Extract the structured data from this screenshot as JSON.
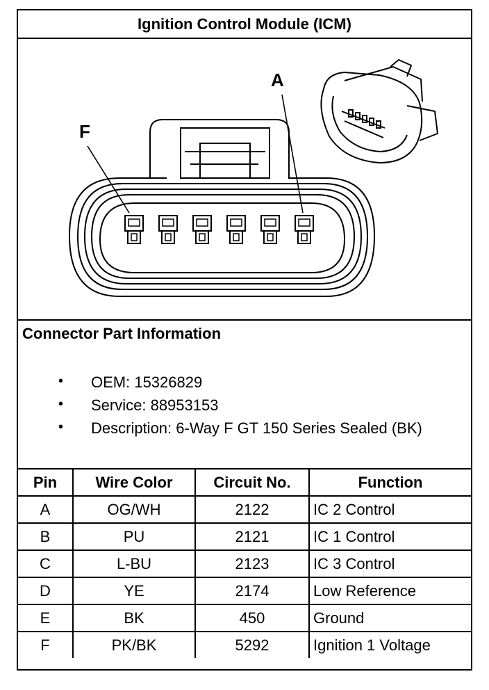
{
  "title": "Ignition Control Module (ICM)",
  "diagram": {
    "pin_labels": {
      "left": "F",
      "right": "A"
    },
    "terminal_count": 6
  },
  "connector_info": {
    "heading": "Connector Part Information",
    "items": [
      {
        "bullet": "•",
        "text": "OEM: 15326829"
      },
      {
        "bullet": "•",
        "text": "Service: 88953153"
      },
      {
        "bullet": "•",
        "text": "Description: 6-Way F GT 150 Series Sealed (BK)"
      }
    ]
  },
  "pin_table": {
    "headers": [
      "Pin",
      "Wire Color",
      "Circuit No.",
      "Function"
    ],
    "rows": [
      {
        "pin": "A",
        "wire_color": "OG/WH",
        "circuit": "2122",
        "function": "IC 2 Control"
      },
      {
        "pin": "B",
        "wire_color": "PU",
        "circuit": "2121",
        "function": "IC 1 Control"
      },
      {
        "pin": "C",
        "wire_color": "L-BU",
        "circuit": "2123",
        "function": "IC 3 Control"
      },
      {
        "pin": "D",
        "wire_color": "YE",
        "circuit": "2174",
        "function": "Low Reference"
      },
      {
        "pin": "E",
        "wire_color": "BK",
        "circuit": "450",
        "function": "Ground"
      },
      {
        "pin": "F",
        "wire_color": "PK/BK",
        "circuit": "5292",
        "function": "Ignition 1 Voltage"
      }
    ]
  }
}
